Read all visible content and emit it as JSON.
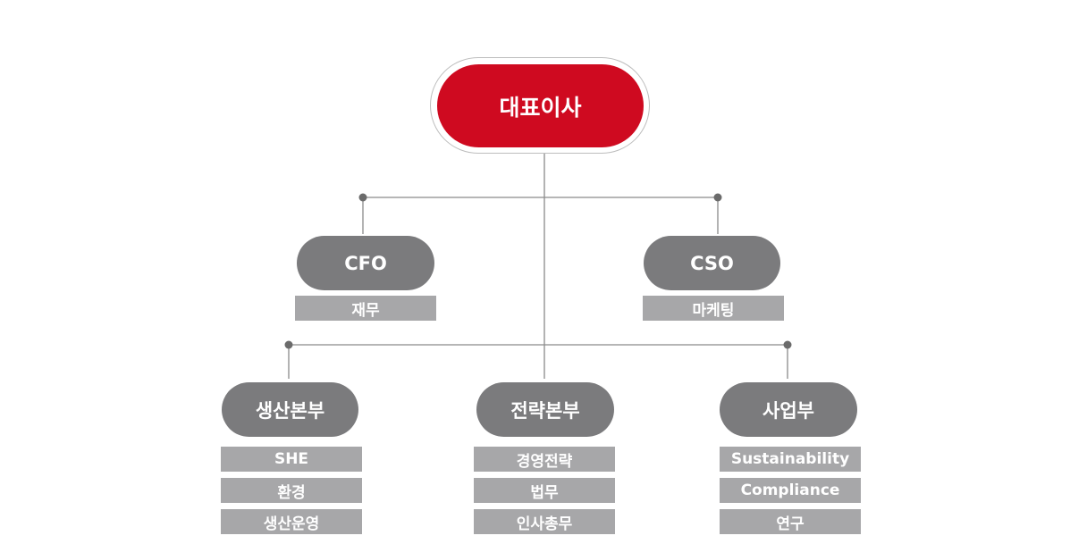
{
  "ceo": {
    "label": "대표이사"
  },
  "level1": [
    {
      "label": "CFO",
      "tags": [
        "재무"
      ]
    },
    {
      "label": "CSO",
      "tags": [
        "마케팅"
      ]
    }
  ],
  "level2": [
    {
      "label": "생산본부",
      "tags": [
        "SHE",
        "환경",
        "생산운영"
      ]
    },
    {
      "label": "전략본부",
      "tags": [
        "경영전략",
        "법무",
        "인사총무"
      ]
    },
    {
      "label": "사업부",
      "tags": [
        "Sustainability",
        "Compliance",
        "연구"
      ]
    }
  ],
  "colors": {
    "accent": "#cf0a20",
    "node": "#7b7b7d",
    "tag": "#a7a7a9",
    "line": "#8a8a8a"
  }
}
